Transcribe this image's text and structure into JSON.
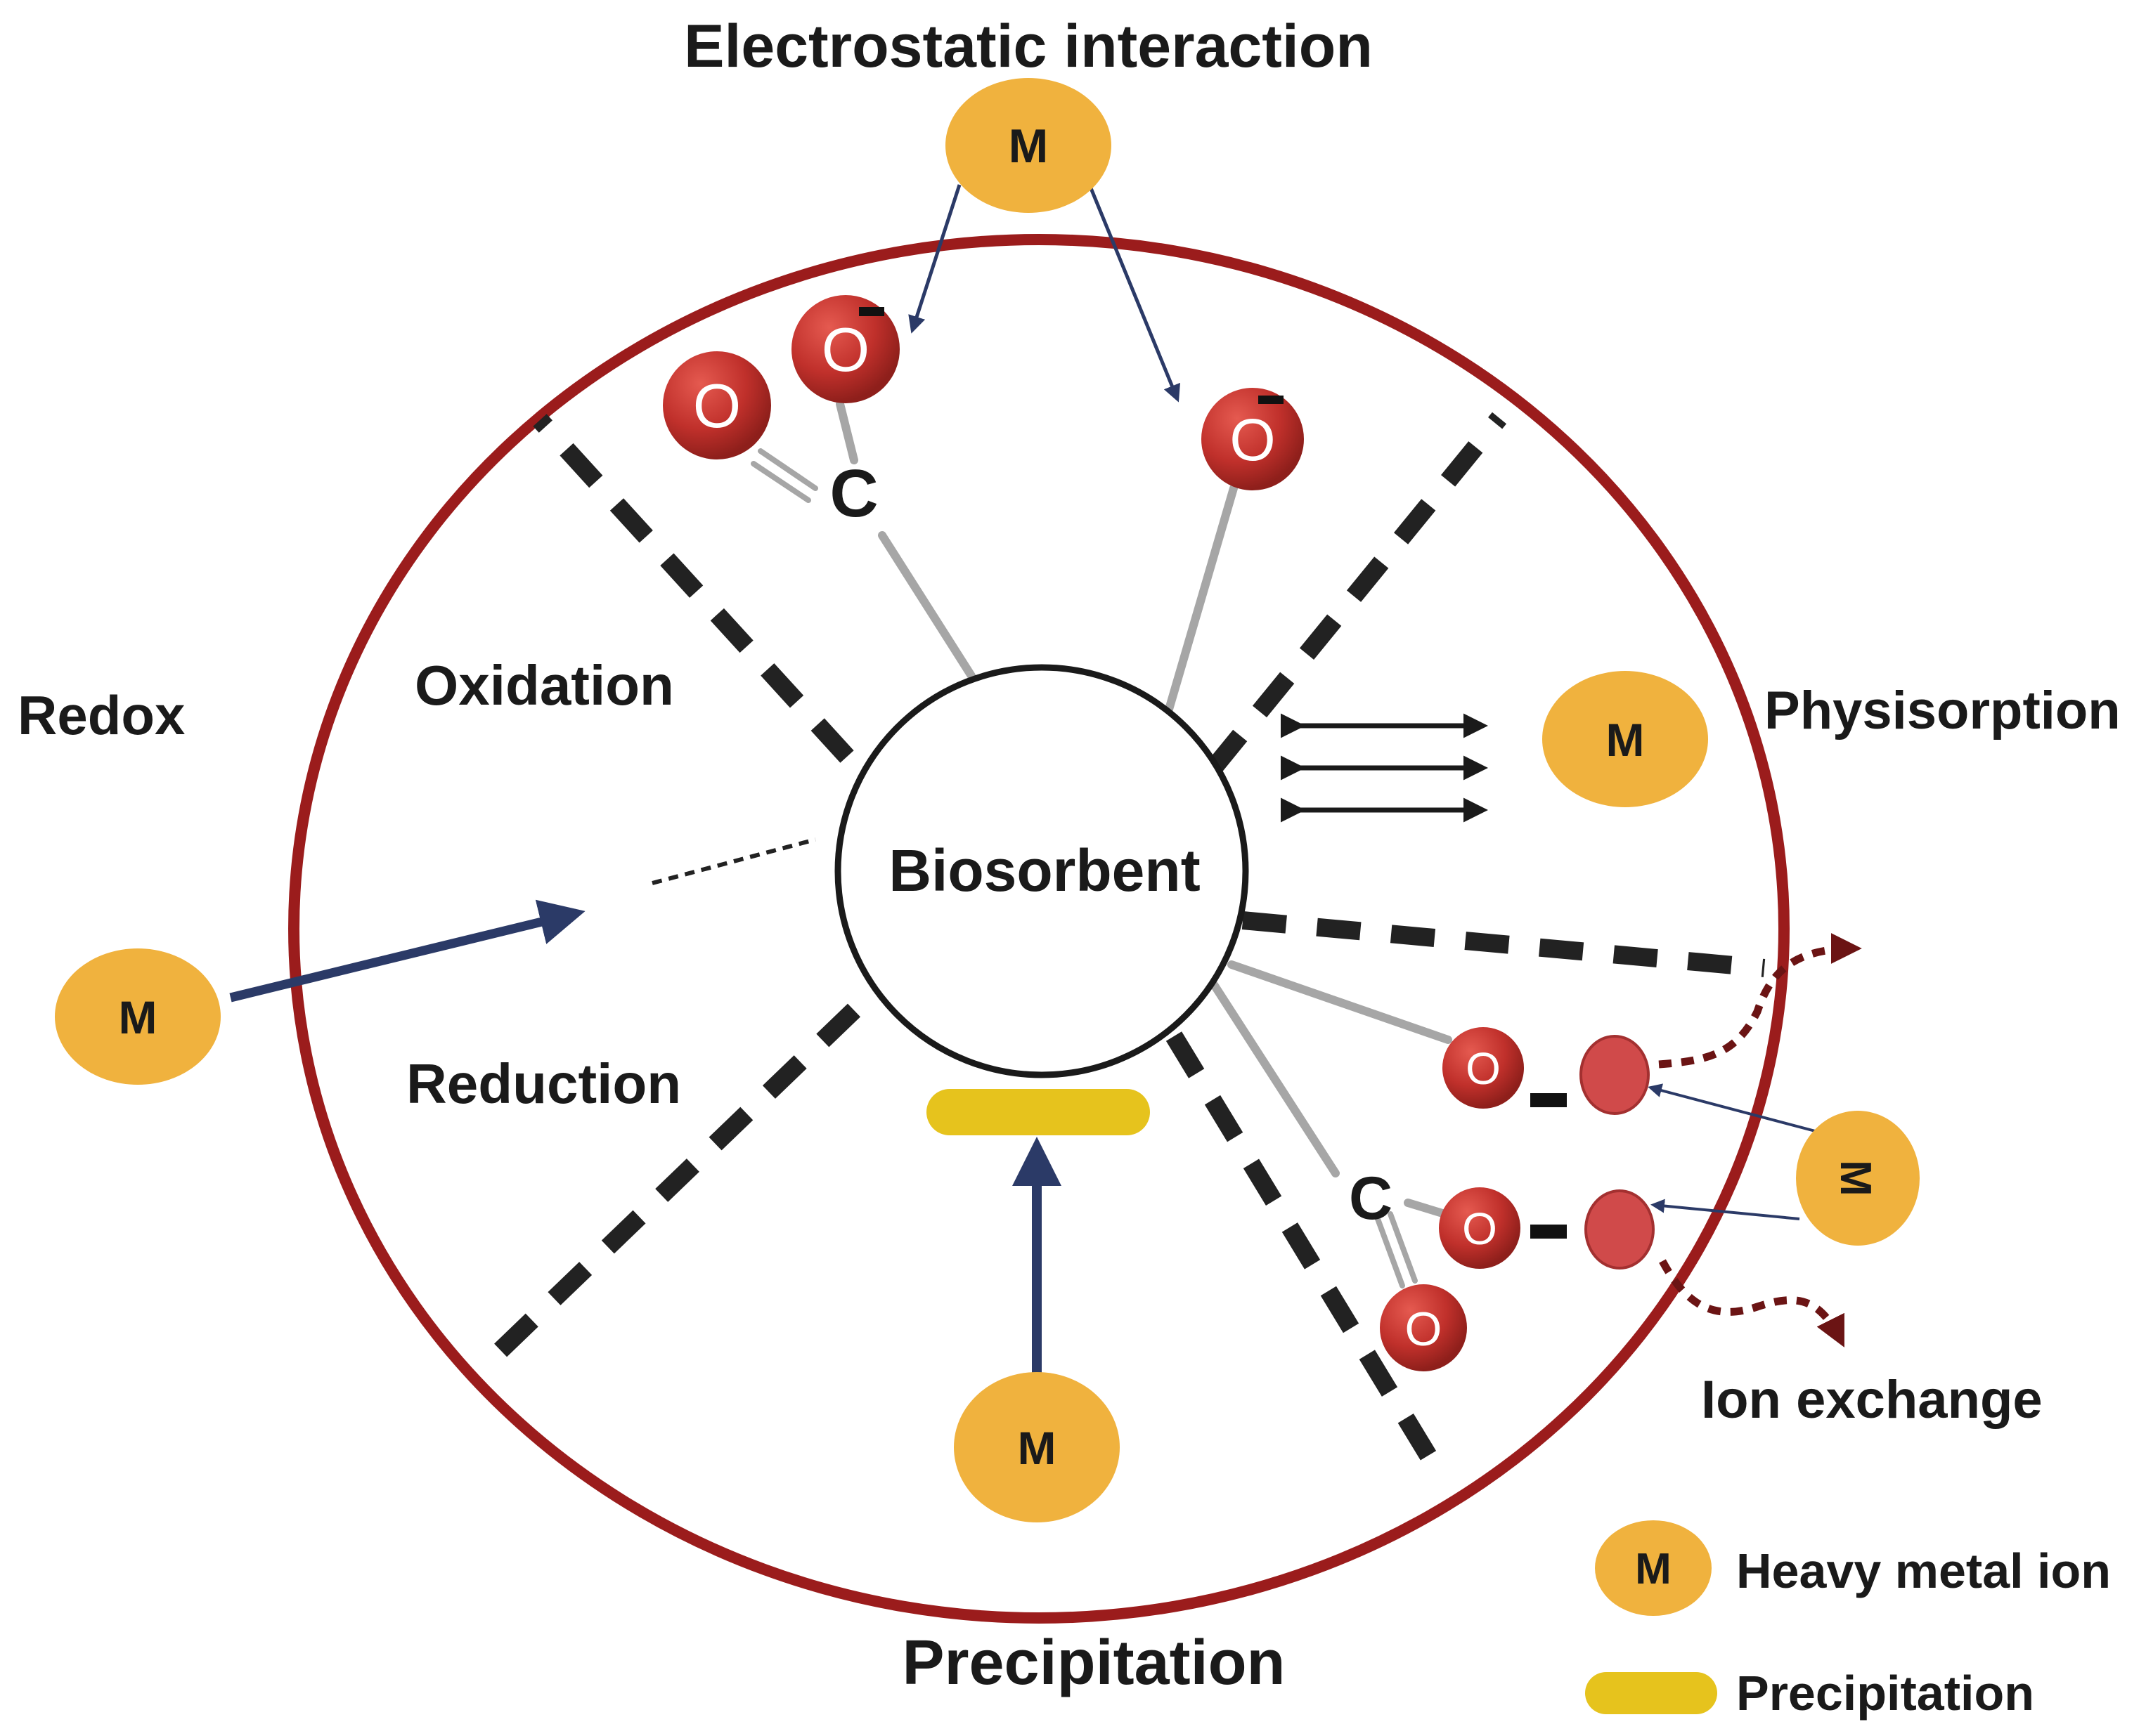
{
  "labels": {
    "electrostatic": "Electrostatic interaction",
    "redox": "Redox",
    "oxidation": "Oxidation",
    "reduction": "Reduction",
    "physisorption": "Physisorption",
    "biosorbent": "Biosorbent",
    "ion_exchange": "Ion exchange",
    "precipitation": "Precipitation"
  },
  "metal_symbol": "M",
  "oxygen_symbol": "O",
  "carbon_symbol": "C",
  "legend": {
    "metal_label": "Heavy metal ion",
    "precipitation_label": "Precipitation"
  },
  "colors": {
    "ring": "#9b1c1c",
    "metal": "#f0b23e",
    "oxygen": "#c0302b",
    "exchanged_ion": "#d04a4a",
    "precipitate": "#e6c31d",
    "arrow": "#2b3a67",
    "dashed": "#222222",
    "bond": "#a6a6a6",
    "flow": "#6b1414"
  }
}
